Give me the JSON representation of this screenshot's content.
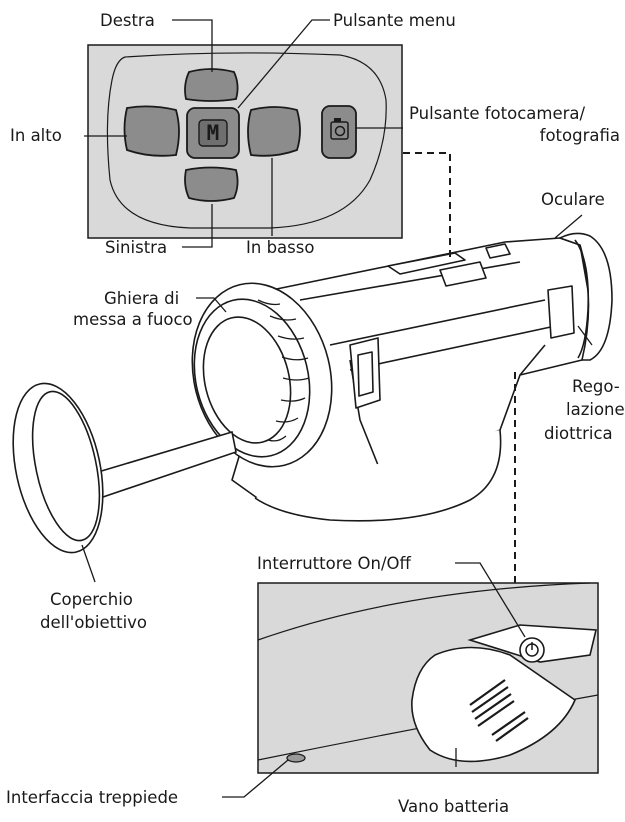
{
  "labels": {
    "right": "Destra",
    "menu_button": "Pulsante menu",
    "up": "In alto",
    "camera_button_line1": "Pulsante fotocamera/",
    "camera_button_line2": "fotografia",
    "left": "Sinistra",
    "down": "In basso",
    "eyepiece": "Oculare",
    "focus_ring_line1": "Ghiera di",
    "focus_ring_line2": "messa a fuoco",
    "diopter_line1": "Rego-",
    "diopter_line2": "lazione",
    "diopter_line3": "diottrica",
    "power_switch": "Interruttore On/Off",
    "lens_cap_line1": "Coperchio",
    "lens_cap_line2": "dell'obiettivo",
    "tripod_interface": "Interfaccia treppiede",
    "battery_compartment": "Vano batteria"
  },
  "icons": {
    "menu_key": "M",
    "camera": "camera-icon"
  },
  "colors": {
    "panel_bg": "#d9d9d9",
    "button_fill": "#8c8c8c",
    "outline": "#1a1a1a"
  }
}
